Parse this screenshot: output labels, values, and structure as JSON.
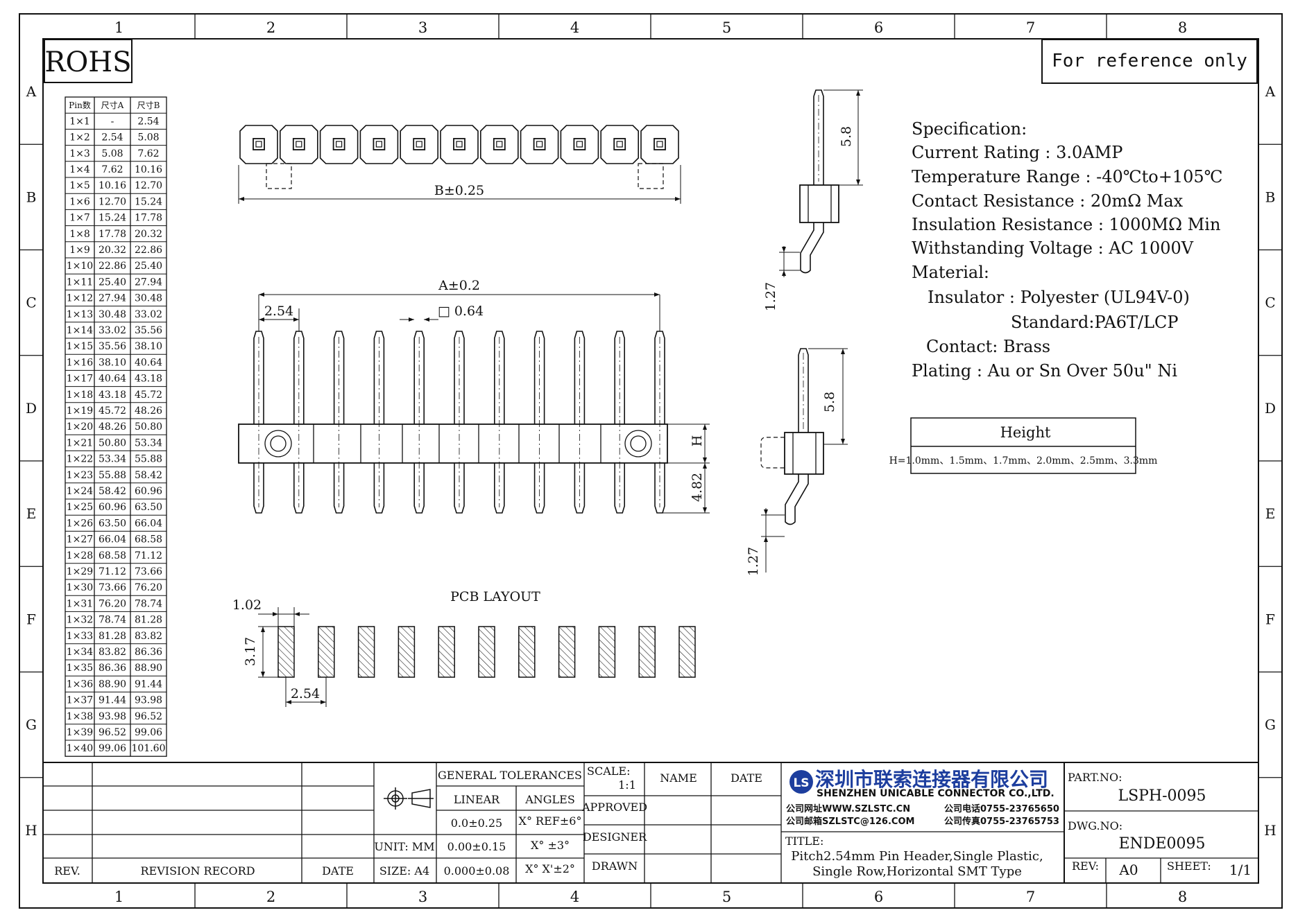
{
  "frame": {
    "columns": [
      "1",
      "2",
      "3",
      "4",
      "5",
      "6",
      "7",
      "8"
    ],
    "rows": [
      "A",
      "B",
      "C",
      "D",
      "E",
      "F",
      "G",
      "H"
    ]
  },
  "rohs": "ROHS",
  "reference": "For reference only",
  "pin_table": {
    "headers": [
      "Pin数",
      "尺寸A",
      "尺寸B"
    ],
    "rows": [
      [
        "1×1",
        "-",
        "2.54"
      ],
      [
        "1×2",
        "2.54",
        "5.08"
      ],
      [
        "1×3",
        "5.08",
        "7.62"
      ],
      [
        "1×4",
        "7.62",
        "10.16"
      ],
      [
        "1×5",
        "10.16",
        "12.70"
      ],
      [
        "1×6",
        "12.70",
        "15.24"
      ],
      [
        "1×7",
        "15.24",
        "17.78"
      ],
      [
        "1×8",
        "17.78",
        "20.32"
      ],
      [
        "1×9",
        "20.32",
        "22.86"
      ],
      [
        "1×10",
        "22.86",
        "25.40"
      ],
      [
        "1×11",
        "25.40",
        "27.94"
      ],
      [
        "1×12",
        "27.94",
        "30.48"
      ],
      [
        "1×13",
        "30.48",
        "33.02"
      ],
      [
        "1×14",
        "33.02",
        "35.56"
      ],
      [
        "1×15",
        "35.56",
        "38.10"
      ],
      [
        "1×16",
        "38.10",
        "40.64"
      ],
      [
        "1×17",
        "40.64",
        "43.18"
      ],
      [
        "1×18",
        "43.18",
        "45.72"
      ],
      [
        "1×19",
        "45.72",
        "48.26"
      ],
      [
        "1×20",
        "48.26",
        "50.80"
      ],
      [
        "1×21",
        "50.80",
        "53.34"
      ],
      [
        "1×22",
        "53.34",
        "55.88"
      ],
      [
        "1×23",
        "55.88",
        "58.42"
      ],
      [
        "1×24",
        "58.42",
        "60.96"
      ],
      [
        "1×25",
        "60.96",
        "63.50"
      ],
      [
        "1×26",
        "63.50",
        "66.04"
      ],
      [
        "1×27",
        "66.04",
        "68.58"
      ],
      [
        "1×28",
        "68.58",
        "71.12"
      ],
      [
        "1×29",
        "71.12",
        "73.66"
      ],
      [
        "1×30",
        "73.66",
        "76.20"
      ],
      [
        "1×31",
        "76.20",
        "78.74"
      ],
      [
        "1×32",
        "78.74",
        "81.28"
      ],
      [
        "1×33",
        "81.28",
        "83.82"
      ],
      [
        "1×34",
        "83.82",
        "86.36"
      ],
      [
        "1×35",
        "86.36",
        "88.90"
      ],
      [
        "1×36",
        "88.90",
        "91.44"
      ],
      [
        "1×37",
        "91.44",
        "93.98"
      ],
      [
        "1×38",
        "93.98",
        "96.52"
      ],
      [
        "1×39",
        "96.52",
        "99.06"
      ],
      [
        "1×40",
        "99.06",
        "101.60"
      ]
    ]
  },
  "dims": {
    "b_tol": "B±0.25",
    "a_tol": "A±0.2",
    "pitch": "2.54",
    "pin_sq": "□ 0.64",
    "h": "H",
    "h482": "4.82",
    "side_58_top": "5.8",
    "side_127_top": "1.27",
    "side_58_bot": "5.8",
    "side_127_bot": "1.27",
    "pcb_title": "PCB LAYOUT",
    "pcb_w": "1.02",
    "pcb_h": "3.17",
    "pcb_pitch": "2.54"
  },
  "spec": {
    "title": "Specification:",
    "lines": [
      "Current Rating : 3.0AMP",
      "Temperature Range : -40℃to+105℃",
      "Contact Resistance : 20mΩ Max",
      "Insulation Resistance : 1000MΩ Min",
      "Withstanding Voltage : AC 1000V",
      "Material:",
      "Insulator : Polyester (UL94V-0)",
      "Standard:PA6T/LCP",
      "Contact: Brass",
      "Plating : Au or Sn Over 50u\" Ni"
    ]
  },
  "height_box": {
    "title": "Height",
    "values": "H=1.0mm、1.5mm、1.7mm、2.0mm、2.5mm、3.3mm"
  },
  "title_block": {
    "rev": "REV.",
    "revision_record": "REVISION RECORD",
    "date_col": "DATE",
    "unit": "UNIT: MM",
    "size": "SIZE: A4",
    "general_tol": "GENERAL TOLERANCES",
    "linear": "LINEAR",
    "angles": "ANGLES",
    "tol_rows": [
      [
        "0.0±0.25",
        "X° REF±6°"
      ],
      [
        "0.00±0.15",
        "X° ±3°"
      ],
      [
        "0.000±0.08",
        "X° X'±2°"
      ]
    ],
    "scale_label": "SCALE:",
    "scale_value": "1:1",
    "name": "NAME",
    "date": "DATE",
    "approved": "APPROVED",
    "designer": "DESIGNER",
    "drawn": "DRAWN",
    "company_cn": "深圳市联索连接器有限公司",
    "company_en": "SHENZHEN UNICABLE CONNECTOR CO.,LTD.",
    "web": "公司网址WWW.SZLSTC.CN",
    "phone": "公司电话0755-23765650",
    "mail": "公司邮箱SZLSTC@126.COM",
    "fax": "公司传真0755-23765753",
    "title_label": "TITLE:",
    "title_line1": "Pitch2.54mm Pin Header,Single Plastic,",
    "title_line2": "Single Row,Horizontal SMT Type",
    "part_no_label": "PART.NO:",
    "part_no": "LSPH-0095",
    "dwg_no_label": "DWG.NO:",
    "dwg_no": "ENDE0095",
    "rev_label": "REV:",
    "rev_value": "A0",
    "sheet_label": "SHEET:",
    "sheet_value": "1/1",
    "logo_mark": "LS"
  }
}
